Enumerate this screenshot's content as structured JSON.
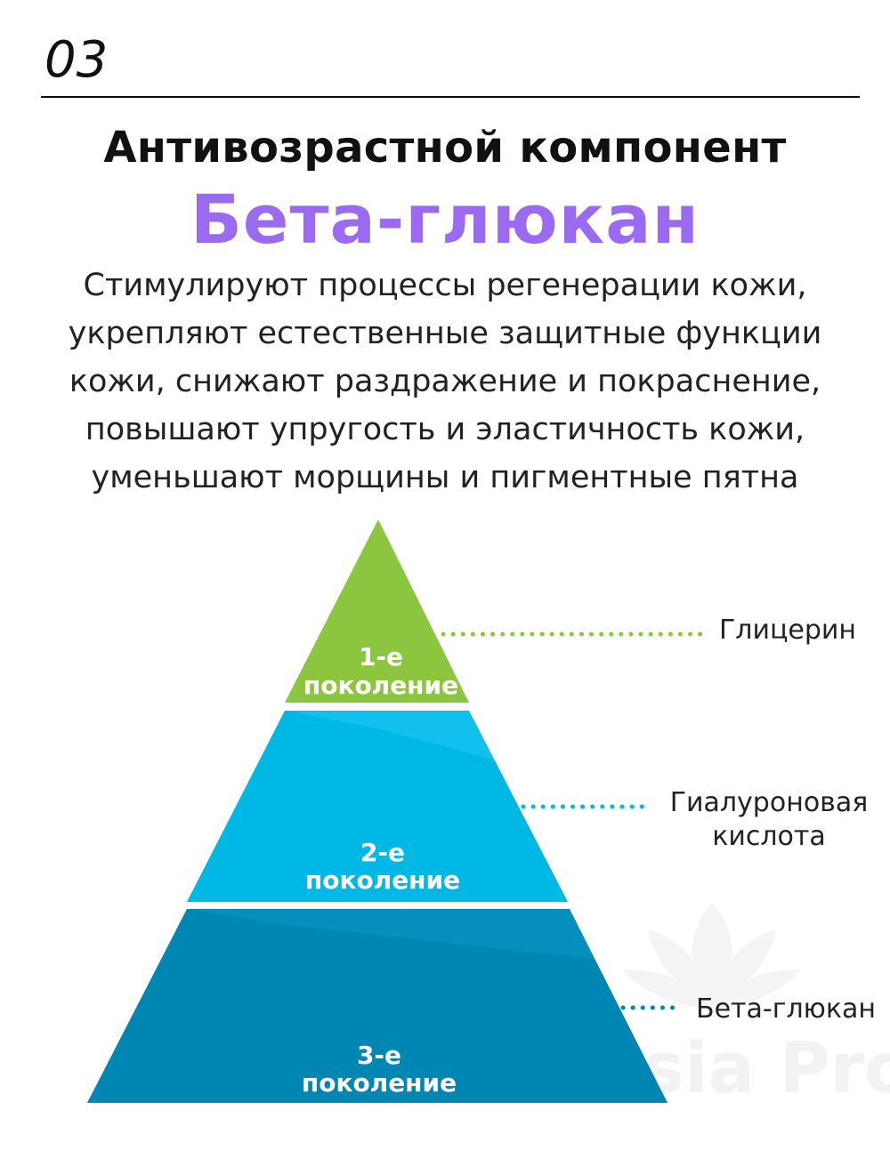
{
  "page_number": "03",
  "title": "Антивозрастной компонент",
  "subtitle": "Бета-глюкан",
  "description_lines": [
    "Стимулируют процессы регенерации кожи,",
    "укрепляют естественные защитные функции",
    "кожи, снижают раздражение и покраснение,",
    "повышают упругость и эластичность кожи,",
    "уменьшают морщины и пигментные пятна"
  ],
  "pyramid": {
    "tiers": [
      {
        "line1": "1-е",
        "line2": "поколение",
        "ingredient": [
          "Глицерин"
        ],
        "color": "#8cc63f"
      },
      {
        "line1": "2-е",
        "line2": "поколение",
        "ingredient": [
          "Гиалуроновая",
          "кислота"
        ],
        "color": "#00b8e6"
      },
      {
        "line1": "3-е",
        "line2": "поколение",
        "ingredient": [
          "Бета-глюкан"
        ],
        "color": "#0086b3"
      }
    ]
  },
  "watermark": "Asia Pro",
  "colors": {
    "accent": "#9a6bf0",
    "tier1": "#8cc63f",
    "tier2": "#00b8e6",
    "tier3": "#0086b3"
  }
}
